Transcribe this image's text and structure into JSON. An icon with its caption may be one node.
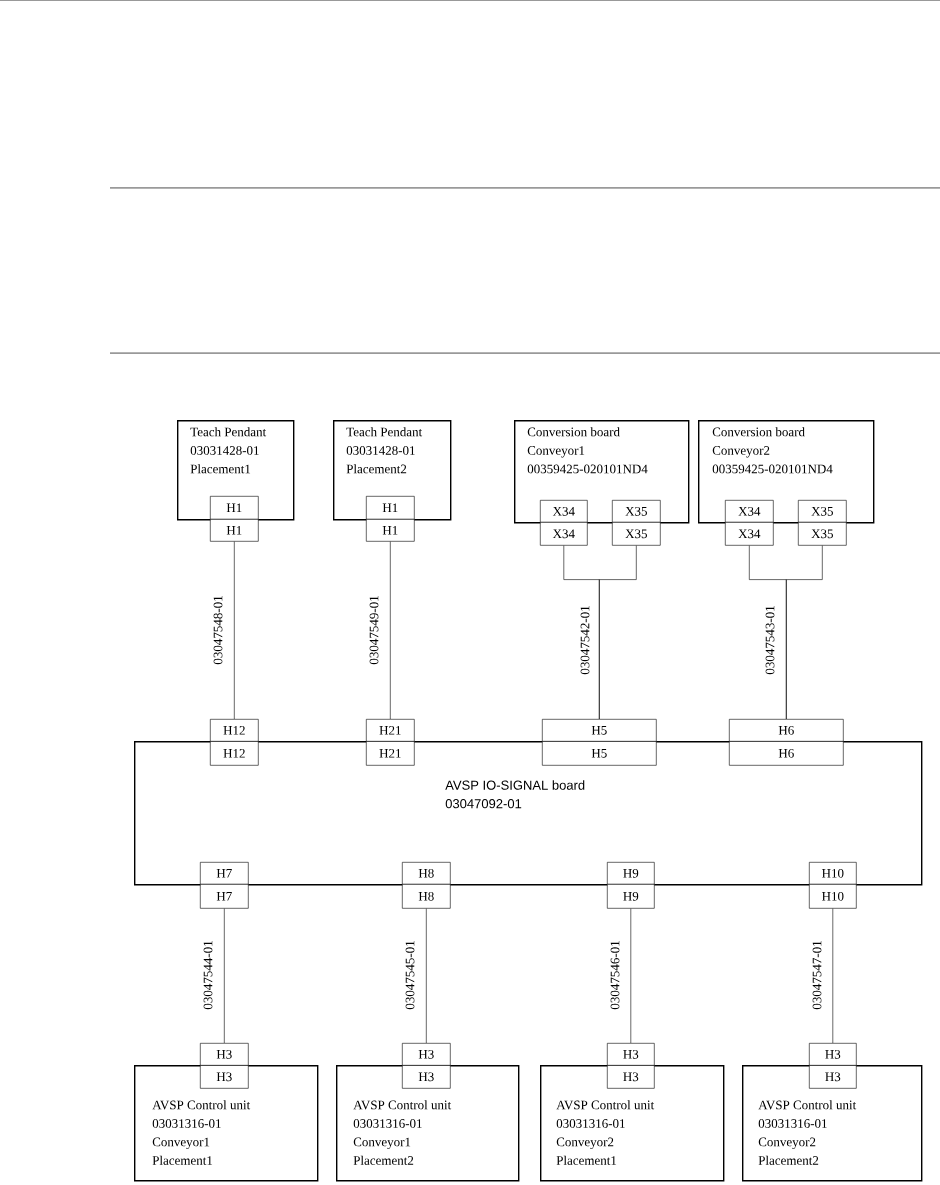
{
  "diagram": {
    "nodes": [
      {
        "text": [
          "Teach Pendant",
          "03031428-01",
          "Placement1"
        ]
      },
      {
        "text": [
          "H1"
        ],
        "in": 0
      },
      {
        "text": [
          "H1"
        ]
      },
      {
        "text": [
          "Teach Pendant",
          "03031428-01",
          "Placement2"
        ]
      },
      {
        "text": [
          "H1"
        ],
        "in": 3
      },
      {
        "text": [
          "H1"
        ]
      },
      {
        "text": [
          "Conversion board",
          "Conveyor1",
          "00359425-020101ND4"
        ]
      },
      {
        "text": [
          "X34"
        ],
        "in": 6
      },
      {
        "text": [
          "X35"
        ],
        "in": 6
      },
      {
        "text": [
          "X34"
        ]
      },
      {
        "text": [
          "X35"
        ]
      },
      {
        "text": [
          "Conversion board",
          "Conveyor2",
          "00359425-020101ND4"
        ]
      },
      {
        "text": [
          "X34"
        ],
        "in": 11
      },
      {
        "text": [
          "X35"
        ],
        "in": 11
      },
      {
        "text": [
          "X34"
        ]
      },
      {
        "text": [
          "X35"
        ]
      },
      {
        "text": [
          "AVSP IO-SIGNAL board",
          "03047092-01"
        ]
      },
      {
        "text": [
          "H12"
        ]
      },
      {
        "text": [
          "H12"
        ],
        "in": 16
      },
      {
        "text": [
          "H21"
        ]
      },
      {
        "text": [
          "H21"
        ],
        "in": 16
      },
      {
        "text": [
          "H5"
        ]
      },
      {
        "text": [
          "H5"
        ],
        "in": 16
      },
      {
        "text": [
          "H6"
        ]
      },
      {
        "text": [
          "H6"
        ],
        "in": 16
      },
      {
        "text": [
          "H7"
        ],
        "in": 16
      },
      {
        "text": [
          "H7"
        ]
      },
      {
        "text": [
          "H8"
        ],
        "in": 16
      },
      {
        "text": [
          "H8"
        ]
      },
      {
        "text": [
          "H9"
        ],
        "in": 16
      },
      {
        "text": [
          "H9"
        ]
      },
      {
        "text": [
          "H10"
        ],
        "in": 16
      },
      {
        "text": [
          "H10"
        ]
      },
      {
        "text": [
          "AVSP Control unit",
          "03031316-01",
          "Conveyor1",
          "Placement1"
        ]
      },
      {
        "text": [
          "H3"
        ]
      },
      {
        "text": [
          "H3"
        ],
        "in": 33
      },
      {
        "text": [
          "AVSP Control unit",
          "03031316-01",
          "Conveyor1",
          "Placement2"
        ]
      },
      {
        "text": [
          "H3"
        ]
      },
      {
        "text": [
          "H3"
        ],
        "in": 36
      },
      {
        "text": [
          "AVSP Control unit",
          "03031316-01",
          "Conveyor2",
          "Placement1"
        ]
      },
      {
        "text": [
          "H3"
        ]
      },
      {
        "text": [
          "H3"
        ],
        "in": 39
      },
      {
        "text": [
          "AVSP Control unit",
          "03031316-01",
          "Conveyor2",
          "Placement2"
        ]
      },
      {
        "text": [
          "H3"
        ]
      },
      {
        "text": [
          "H3"
        ],
        "in": 42
      }
    ],
    "edges": [
      {
        "from": 2,
        "to": 17,
        "arrow": "none",
        "label": "03047548-01"
      },
      {
        "from": 5,
        "to": 19,
        "arrow": "none",
        "label": "03047549-01"
      },
      {
        "from": 9,
        "to": 21,
        "arrow": "none",
        "label": "03047542-01"
      },
      {
        "from": 10,
        "to": 21,
        "arrow": "none"
      },
      {
        "from": 14,
        "to": 23,
        "arrow": "none",
        "label": "03047543-01"
      },
      {
        "from": 15,
        "to": 23,
        "arrow": "none"
      },
      {
        "from": 26,
        "to": 34,
        "arrow": "none",
        "label": "03047544-01"
      },
      {
        "from": 28,
        "to": 37,
        "arrow": "none",
        "label": "03047545-01"
      },
      {
        "from": 30,
        "to": 40,
        "arrow": "none",
        "label": "03047546-01"
      },
      {
        "from": 32,
        "to": 43,
        "arrow": "none",
        "label": "03047547-01"
      }
    ]
  }
}
